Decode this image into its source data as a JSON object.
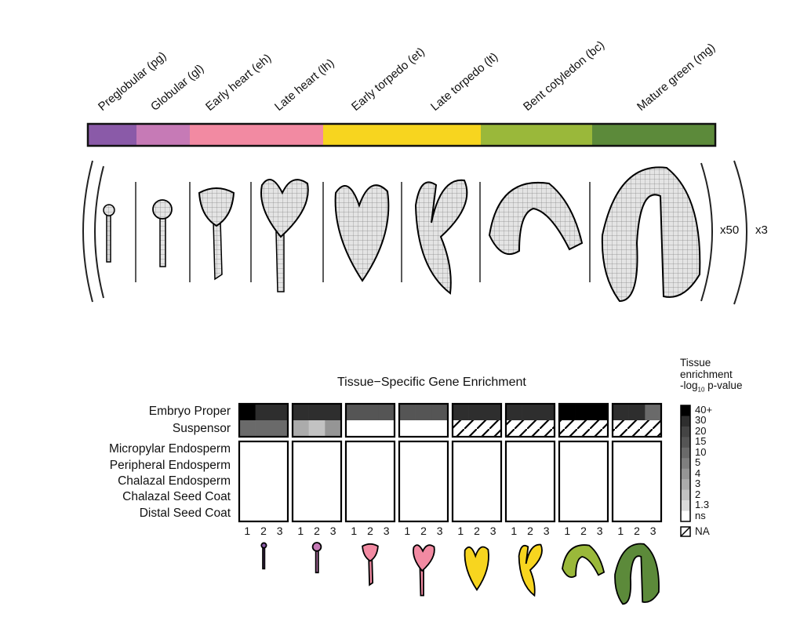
{
  "stages": [
    {
      "label": "Preglobular (pg)",
      "code": "pg",
      "color": "#8a5aa8"
    },
    {
      "label": "Globular (gl)",
      "code": "gl",
      "color": "#c67ab6"
    },
    {
      "label": "Early heart (eh)",
      "code": "eh",
      "color": "#f28aa2"
    },
    {
      "label": "Late heart (lh)",
      "code": "lh",
      "color": "#f28aa2"
    },
    {
      "label": "Early torpedo (et)",
      "code": "et",
      "color": "#f7d51f"
    },
    {
      "label": "Late torpedo (lt)",
      "code": "lt",
      "color": "#f7d51f"
    },
    {
      "label": "Bent cotyledon (bc)",
      "code": "bc",
      "color": "#9ab83a"
    },
    {
      "label": "Mature green (mg)",
      "code": "mg",
      "color": "#5c8a3a"
    }
  ],
  "colorbar_segments": [
    {
      "code": "pg",
      "color": "#8a5aa8"
    },
    {
      "code": "gl",
      "color": "#c67ab6"
    },
    {
      "code": "heart",
      "color": "#f28aa2"
    },
    {
      "code": "torpedo",
      "color": "#f7d51f"
    },
    {
      "code": "bc",
      "color": "#9ab83a"
    },
    {
      "code": "mg",
      "color": "#5c8a3a"
    }
  ],
  "multipliers": {
    "inner": "x50",
    "outer": "x3"
  },
  "heatmap": {
    "title": "Tissue−Specific Gene Enrichment",
    "rows": [
      "Embryo Proper",
      "Suspensor",
      "Micropylar Endosperm",
      "Peripheral Endosperm",
      "Chalazal Endosperm",
      "Chalazal Seed Coat",
      "Distal Seed Coat"
    ],
    "replicates": [
      "1",
      "2",
      "3"
    ],
    "values": {
      "pg": [
        [
          40,
          30,
          30
        ],
        [
          10,
          10,
          10
        ],
        [
          "ns",
          "ns",
          "ns"
        ],
        [
          "ns",
          "ns",
          "ns"
        ],
        [
          "ns",
          "ns",
          "ns"
        ],
        [
          "ns",
          "ns",
          "ns"
        ],
        [
          "ns",
          "ns",
          "ns"
        ]
      ],
      "gl": [
        [
          30,
          30,
          30
        ],
        [
          3,
          2,
          4
        ],
        [
          "ns",
          "ns",
          "ns"
        ],
        [
          "ns",
          "ns",
          "ns"
        ],
        [
          "ns",
          "ns",
          "ns"
        ],
        [
          "ns",
          "ns",
          "ns"
        ],
        [
          "ns",
          "ns",
          "ns"
        ]
      ],
      "eh": [
        [
          15,
          15,
          15
        ],
        [
          "ns",
          "ns",
          "ns"
        ],
        [
          "ns",
          "ns",
          "ns"
        ],
        [
          "ns",
          "ns",
          "ns"
        ],
        [
          "ns",
          "ns",
          "ns"
        ],
        [
          "ns",
          "ns",
          "ns"
        ],
        [
          "ns",
          "ns",
          "ns"
        ]
      ],
      "lh": [
        [
          15,
          15,
          15
        ],
        [
          "ns",
          "ns",
          "ns"
        ],
        [
          "ns",
          "ns",
          "ns"
        ],
        [
          "ns",
          "ns",
          "ns"
        ],
        [
          "ns",
          "ns",
          "ns"
        ],
        [
          "ns",
          "ns",
          "ns"
        ],
        [
          "ns",
          "ns",
          "ns"
        ]
      ],
      "et": [
        [
          30,
          30,
          30
        ],
        [
          "NA",
          "NA",
          "NA"
        ],
        [
          "ns",
          "ns",
          "ns"
        ],
        [
          "ns",
          "ns",
          "ns"
        ],
        [
          "ns",
          "ns",
          "ns"
        ],
        [
          "ns",
          "ns",
          "ns"
        ],
        [
          "ns",
          "ns",
          "ns"
        ]
      ],
      "lt": [
        [
          30,
          30,
          30
        ],
        [
          "NA",
          "NA",
          "NA"
        ],
        [
          "ns",
          "ns",
          "ns"
        ],
        [
          "ns",
          "ns",
          "ns"
        ],
        [
          "ns",
          "ns",
          "ns"
        ],
        [
          "ns",
          "ns",
          "ns"
        ],
        [
          "ns",
          "ns",
          "ns"
        ]
      ],
      "bc": [
        [
          40,
          40,
          40
        ],
        [
          "NA",
          "NA",
          "NA"
        ],
        [
          "ns",
          "ns",
          "ns"
        ],
        [
          "ns",
          "ns",
          "ns"
        ],
        [
          "ns",
          "ns",
          "ns"
        ],
        [
          "ns",
          "ns",
          "ns"
        ],
        [
          "ns",
          "ns",
          "ns"
        ]
      ],
      "mg": [
        [
          30,
          30,
          10
        ],
        [
          "NA",
          "NA",
          "NA"
        ],
        [
          "ns",
          "ns",
          "ns"
        ],
        [
          "ns",
          "ns",
          "ns"
        ],
        [
          "ns",
          "ns",
          "ns"
        ],
        [
          "ns",
          "ns",
          "ns"
        ],
        [
          "ns",
          "ns",
          "ns"
        ]
      ]
    }
  },
  "legend": {
    "title_line1": "Tissue",
    "title_line2": "enrichment",
    "title_line3_prefix": "-log",
    "title_line3_sub": "10",
    "title_line3_suffix": " p-value",
    "levels": [
      "40+",
      "30",
      "20",
      "15",
      "10",
      "5",
      "4",
      "3",
      "2",
      "1.3",
      "ns"
    ],
    "na_label": "NA"
  }
}
